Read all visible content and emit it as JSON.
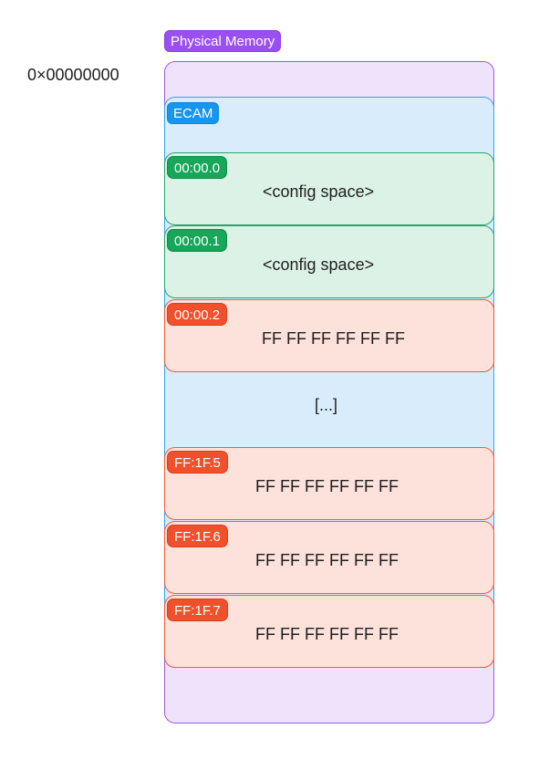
{
  "diagram": {
    "address": "0×00000000",
    "physical_memory_label": "Physical Memory",
    "ecam_label": "ECAM",
    "ellipsis": "[...]",
    "devices": [
      {
        "id": "00:00.0",
        "content": "<config space>",
        "status": "configured"
      },
      {
        "id": "00:00.1",
        "content": "<config space>",
        "status": "configured"
      },
      {
        "id": "00:00.2",
        "content": "FF FF FF FF FF FF",
        "status": "empty"
      },
      {
        "id": "FF:1F.5",
        "content": "FF FF FF FF FF FF",
        "status": "empty"
      },
      {
        "id": "FF:1F.6",
        "content": "FF FF FF FF FF FF",
        "status": "empty"
      },
      {
        "id": "FF:1F.7",
        "content": "FF FF FF FF FF FF",
        "status": "empty"
      }
    ],
    "colors": {
      "physical_fill": "#efe2fb",
      "physical_stroke": "#9b5de5",
      "ecam_fill": "#d8ecfb",
      "ecam_stroke": "#33a5e8",
      "configured_fill": "#dcf2e6",
      "configured_stroke": "#27a56d",
      "empty_fill": "#fde1db",
      "empty_stroke": "#f15d3a"
    }
  }
}
